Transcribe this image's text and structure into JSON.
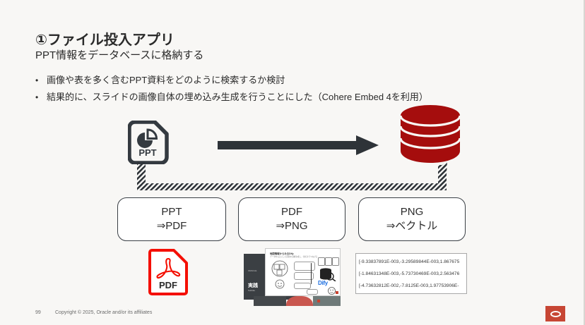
{
  "slide": {
    "title": "①ファイル投入アプリ",
    "subtitle": "PPT情報をデータベースに格納する",
    "bullet_marker": "•",
    "bullets": [
      "画像や表を多く含むPPT資料をどのように検索するか検討",
      "結果的に、スライドの画像自体の埋め込み生成を行うことにした（Cohere Embed 4を利用）"
    ]
  },
  "diagram": {
    "source_icon": {
      "name": "ppt-file-icon",
      "label": "PPT"
    },
    "target_icon": {
      "name": "database-icon"
    },
    "flow_arrow": {
      "name": "right-arrow",
      "direction": "right"
    },
    "stages": [
      {
        "from": "PPT",
        "to": "⇒PDF"
      },
      {
        "from": "PDF",
        "to": "⇒PNG"
      },
      {
        "from": "PNG",
        "to": "⇒ベクトル"
      }
    ],
    "artifacts": {
      "pdf_icon_label": "PDF",
      "thumbnail": {
        "front_title": "地図情報からみるDify",
        "front_subtitle": "データをもとにした回答を自動生成し、分析までつなげる",
        "brand": "Dify",
        "back_brand": "ORACLE",
        "back_title": "実践"
      },
      "vector_lines": [
        "[-9.33837891E-003,-3.29589844E-003,1.867675",
        "[-1.84631348E-003,-5.73730469E-003,2.563476",
        "[-4.73632812E-002,-7.8125E-003,1.97753906E-"
      ]
    }
  },
  "footer": {
    "page_number": "99",
    "copyright": "Copyright © 2025, Oracle and/or its affiliates",
    "logo_name": "oracle-logo"
  },
  "colors": {
    "background": "#f8f7f5",
    "text": "#2b2b2b",
    "icon_dark": "#343a40",
    "oracle_red": "#c74634",
    "database_red": "#a50d0d",
    "pdf_red": "#f40f02",
    "dify_blue": "#1d6fe0"
  }
}
